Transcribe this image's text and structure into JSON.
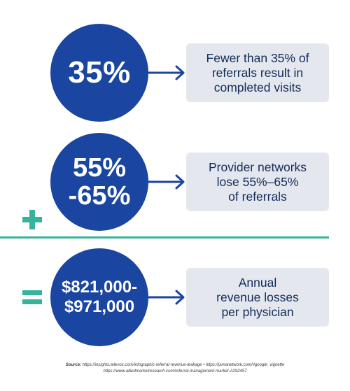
{
  "colors": {
    "circle": "#1a45a0",
    "box": "#e4e8ee",
    "box_text": "#132a5a",
    "accent": "#36b39a"
  },
  "stats": [
    {
      "value_lines": [
        "35%"
      ],
      "description_lines": [
        "Fewer than 35% of",
        "referrals result in",
        "completed visits"
      ]
    },
    {
      "value_lines": [
        "55%",
        "-65%"
      ],
      "description_lines": [
        "Provider networks",
        "lose 55%–65%",
        "of referrals"
      ]
    },
    {
      "value_lines": [
        "$821,000-",
        "$971,000"
      ],
      "description_lines": [
        "Annual",
        "revenue losses",
        "per physician"
      ]
    }
  ],
  "operators": {
    "plus": "plus-icon",
    "equals": "equals-icon"
  },
  "source": {
    "label": "Source:",
    "line1": "https://insights.televox.com/infographic-referral-revenue-leakage • https://jamanetwork.com/#google_vignette",
    "line2": "https://www.alliedmarketresearch.com/referral-management-market-A292457"
  }
}
